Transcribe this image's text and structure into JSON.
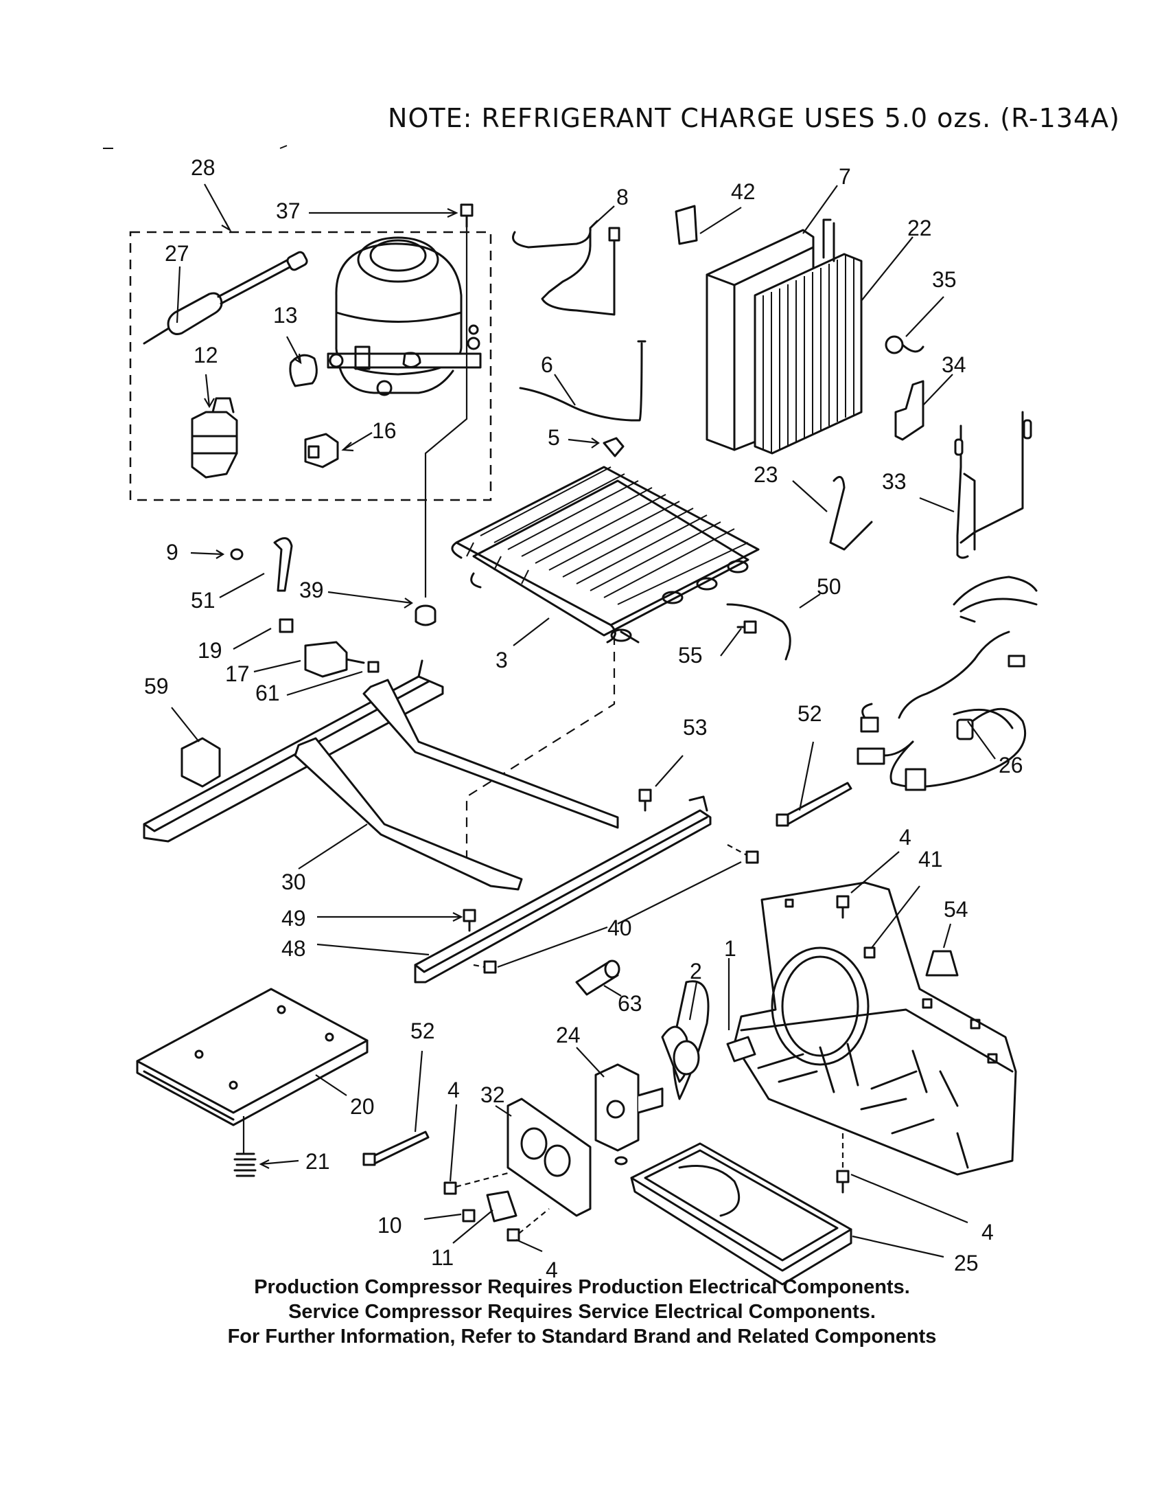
{
  "note": "NOTE: REFRIGERANT CHARGE USES 5.0 ozs. (R-134A)",
  "footnotes": [
    "Production Compressor Requires Production Electrical Components.",
    "Service Compressor Requires Service Electrical Components.",
    "For Further Information, Refer to Standard Brand and Related Components"
  ],
  "callouts": [
    {
      "id": "28",
      "label": "28"
    },
    {
      "id": "37",
      "label": "37"
    },
    {
      "id": "8",
      "label": "8"
    },
    {
      "id": "42",
      "label": "42"
    },
    {
      "id": "7",
      "label": "7"
    },
    {
      "id": "22",
      "label": "22"
    },
    {
      "id": "35",
      "label": "35"
    },
    {
      "id": "27",
      "label": "27"
    },
    {
      "id": "13",
      "label": "13"
    },
    {
      "id": "12",
      "label": "12"
    },
    {
      "id": "6",
      "label": "6"
    },
    {
      "id": "34",
      "label": "34"
    },
    {
      "id": "16",
      "label": "16"
    },
    {
      "id": "5",
      "label": "5"
    },
    {
      "id": "23",
      "label": "23"
    },
    {
      "id": "33",
      "label": "33"
    },
    {
      "id": "9",
      "label": "9"
    },
    {
      "id": "51",
      "label": "51"
    },
    {
      "id": "39",
      "label": "39"
    },
    {
      "id": "50",
      "label": "50"
    },
    {
      "id": "19",
      "label": "19"
    },
    {
      "id": "17",
      "label": "17"
    },
    {
      "id": "61",
      "label": "61"
    },
    {
      "id": "3",
      "label": "3"
    },
    {
      "id": "55",
      "label": "55"
    },
    {
      "id": "59",
      "label": "59"
    },
    {
      "id": "53",
      "label": "53"
    },
    {
      "id": "52a",
      "label": "52"
    },
    {
      "id": "26",
      "label": "26"
    },
    {
      "id": "30",
      "label": "30"
    },
    {
      "id": "4a",
      "label": "4"
    },
    {
      "id": "41",
      "label": "41"
    },
    {
      "id": "49",
      "label": "49"
    },
    {
      "id": "40",
      "label": "40"
    },
    {
      "id": "54",
      "label": "54"
    },
    {
      "id": "48",
      "label": "48"
    },
    {
      "id": "2",
      "label": "2"
    },
    {
      "id": "1",
      "label": "1"
    },
    {
      "id": "63",
      "label": "63"
    },
    {
      "id": "52b",
      "label": "52"
    },
    {
      "id": "24",
      "label": "24"
    },
    {
      "id": "32",
      "label": "32"
    },
    {
      "id": "20",
      "label": "20"
    },
    {
      "id": "4b",
      "label": "4"
    },
    {
      "id": "21",
      "label": "21"
    },
    {
      "id": "4c",
      "label": "4"
    },
    {
      "id": "10",
      "label": "10"
    },
    {
      "id": "11",
      "label": "11"
    },
    {
      "id": "4d",
      "label": "4"
    },
    {
      "id": "25",
      "label": "25"
    }
  ]
}
